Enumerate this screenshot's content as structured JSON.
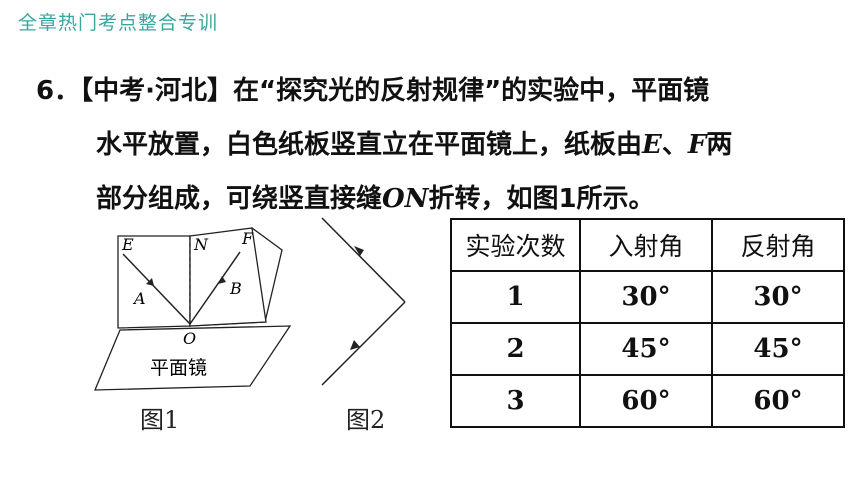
{
  "header": {
    "title": "全章热门考点整合专训"
  },
  "question": {
    "number": "6．",
    "source": "【中考·河北】",
    "line1_text": "在“探究光的反射规律”的实验中，平面镜",
    "line2_a": "水平放置，白色纸板竖直立在平面镜上，纸板由",
    "line2_E": "E",
    "line2_sep": "、",
    "line2_F": "F",
    "line2_b": "两",
    "line3_a": "部分组成，可绕竖直接缝",
    "line3_ON": "ON",
    "line3_b": "折转，如图1所示。"
  },
  "figure1": {
    "label_E": "E",
    "label_N": "N",
    "label_F": "F",
    "label_A": "A",
    "label_B": "B",
    "label_O": "O",
    "mirror_label": "平面镜",
    "caption": "图1"
  },
  "figure2": {
    "caption": "图2"
  },
  "table": {
    "headers": [
      "实验次数",
      "入射角",
      "反射角"
    ],
    "rows": [
      [
        "1",
        "30°",
        "30°"
      ],
      [
        "2",
        "45°",
        "45°"
      ],
      [
        "3",
        "60°",
        "60°"
      ]
    ]
  }
}
